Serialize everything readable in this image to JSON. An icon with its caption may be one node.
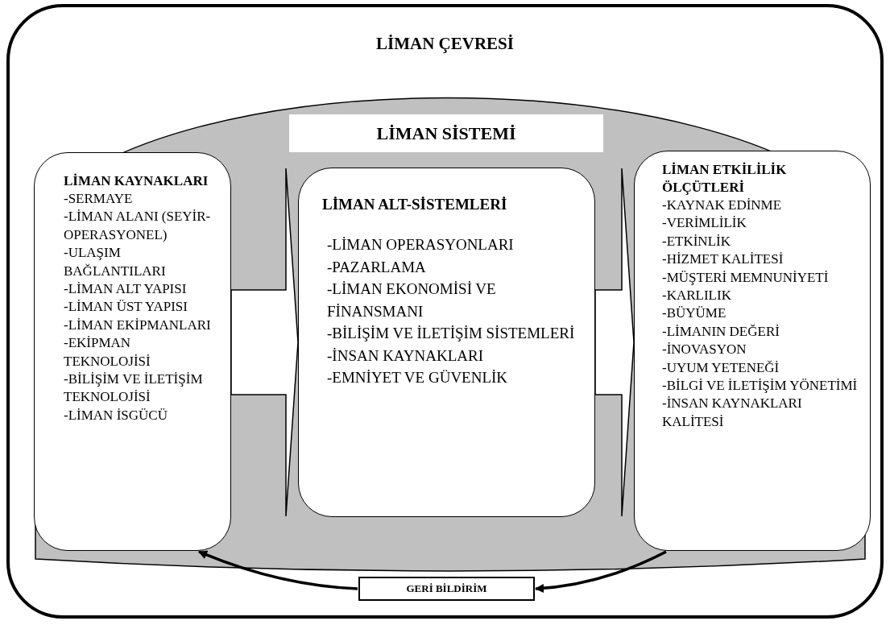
{
  "diagram": {
    "nodes": [
      {
        "text": [
          "LİMAN ÇEVRESİ"
        ]
      },
      {
        "text": [
          "LİMAN SİSTEMİ"
        ],
        "in": 0
      },
      {
        "text": [
          "LİMAN KAYNAKLARI",
          "-SERMAYE",
          "-LİMAN ALANI (SEYİR-OPERASYONEL)",
          "-ULAŞIM BAĞLANTILARI",
          "-LİMAN ALT YAPISI",
          "-LİMAN ÜST YAPISI",
          "-LİMAN EKİPMANLARI",
          "-EKİPMAN TEKNOLOJİSİ",
          "-BİLİŞİM VE İLETİŞİM TEKNOLOJİSİ",
          "-LİMAN İSGÜCÜ"
        ],
        "in": 1
      },
      {
        "text": [
          "LİMAN ALT-SİSTEMLERİ",
          "-LİMAN OPERASYONLARI",
          "-PAZARLAMA",
          "-LİMAN EKONOMİSİ VE FİNANSMANI",
          "-BİLİŞİM VE İLETİŞİM SİSTEMLERİ",
          "-İNSAN KAYNAKLARI",
          "-EMNİYET VE GÜVENLİK"
        ],
        "in": 1
      },
      {
        "text": [
          "LİMAN ETKİLİLİK ÖLÇÜTLERİ",
          "-KAYNAK EDİNME",
          "-VERİMLİLİK",
          "-ETKİNLİK",
          "-HİZMET KALİTESİ",
          "-MÜŞTERİ MEMNUNİYETİ",
          "-KARLILIK",
          "-BÜYÜME",
          "-LİMANIN DEĞERİ",
          "-İNOVASYON",
          "-UYUM YETENEĞİ",
          "-BİLGİ VE İLETİŞİM YÖNETİMİ",
          "-İNSAN KAYNAKLARI KALİTESİ"
        ],
        "in": 1
      },
      {
        "text": [
          "GERİ BİLDİRİM"
        ],
        "in": 0
      }
    ],
    "edges": [
      {
        "from": 2,
        "to": 3,
        "arrow": "to"
      },
      {
        "from": 3,
        "to": 4,
        "arrow": "to"
      },
      {
        "from": 4,
        "to": 5,
        "arrow": "to"
      },
      {
        "from": 5,
        "to": 2,
        "arrow": "to"
      }
    ]
  }
}
